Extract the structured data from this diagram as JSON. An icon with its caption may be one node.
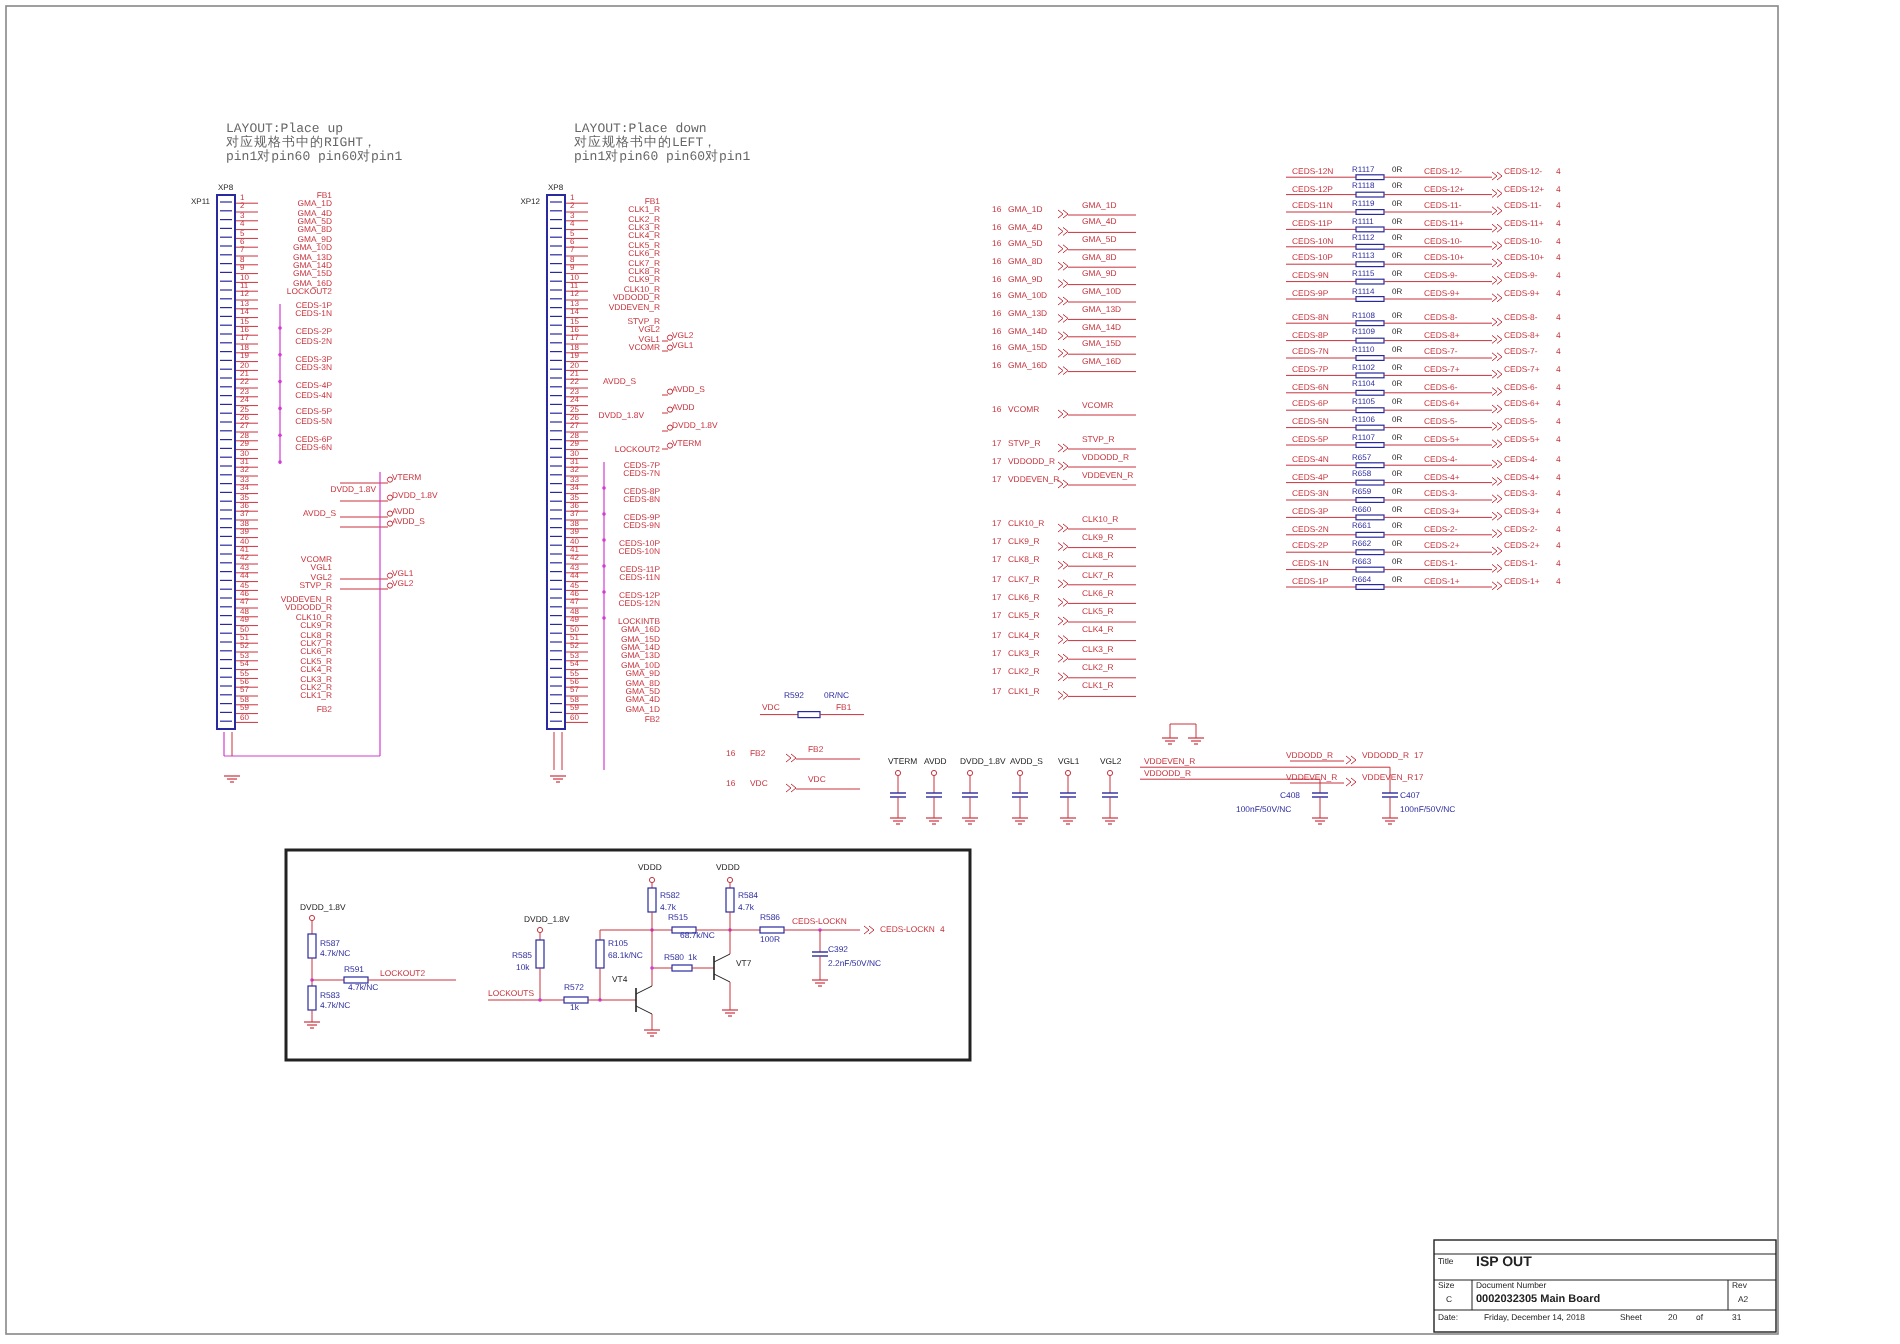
{
  "diagram": {
    "nodes": [
      {
        "text": [
          "XP8"
        ],
        "beside": [
          "XP11"
        ]
      },
      {
        "text": [
          "XP8"
        ],
        "beside": [
          "XP12"
        ]
      }
    ],
    "labels": [
      "LAYOUT:Place up",
      "对应规格书中的RIGHT，",
      "pin1对pin60 pin60对pin1",
      "LAYOUT:Place down",
      "对应规格书中的LEFT，",
      "pin1对pin60 pin60对pin1",
      "1",
      "2",
      "3",
      "4",
      "5",
      "6",
      "7",
      "8",
      "9",
      "10",
      "11",
      "12",
      "13",
      "14",
      "15",
      "16",
      "17",
      "18",
      "19",
      "20",
      "21",
      "22",
      "23",
      "24",
      "25",
      "26",
      "27",
      "28",
      "29",
      "30",
      "31",
      "32",
      "33",
      "34",
      "35",
      "36",
      "37",
      "38",
      "39",
      "40",
      "41",
      "42",
      "43",
      "44",
      "45",
      "46",
      "47",
      "48",
      "49",
      "50",
      "51",
      "52",
      "53",
      "54",
      "55",
      "56",
      "57",
      "58",
      "59",
      "60",
      "1",
      "2",
      "3",
      "4",
      "5",
      "6",
      "7",
      "8",
      "9",
      "10",
      "11",
      "12",
      "13",
      "14",
      "15",
      "16",
      "17",
      "18",
      "19",
      "20",
      "21",
      "22",
      "23",
      "24",
      "25",
      "26",
      "27",
      "28",
      "29",
      "30",
      "31",
      "32",
      "33",
      "34",
      "35",
      "36",
      "37",
      "38",
      "39",
      "40",
      "41",
      "42",
      "43",
      "44",
      "45",
      "46",
      "47",
      "48",
      "49",
      "50",
      "51",
      "52",
      "53",
      "54",
      "55",
      "56",
      "57",
      "58",
      "59",
      "60",
      "FB1",
      "GMA_1D",
      "GMA_4D",
      "GMA_5D",
      "GMA_8D",
      "GMA_9D",
      "GMA_10D",
      "GMA_13D",
      "GMA_14D",
      "GMA_15D",
      "GMA_16D",
      "LOCKOUT2",
      "CEDS-1P",
      "CEDS-1N",
      "CEDS-2P",
      "CEDS-2N",
      "CEDS-3P",
      "CEDS-3N",
      "CEDS-4P",
      "CEDS-4N",
      "CEDS-5P",
      "CEDS-5N",
      "CEDS-6P",
      "CEDS-6N",
      "DVDD_1.8V",
      "AVDD_S",
      "VCOMR",
      "VGL1",
      "VGL2",
      "STVP_R",
      "VDDEVEN_R",
      "VDDODD_R",
      "CLK10_R",
      "CLK9_R",
      "CLK8_R",
      "CLK7_R",
      "CLK6_R",
      "CLK5_R",
      "CLK4_R",
      "CLK3_R",
      "CLK2_R",
      "CLK1_R",
      "FB2",
      "VTERM",
      "DVDD_1.8V",
      "AVDD",
      "AVDD_S",
      "VGL1",
      "VGL2",
      "FB1",
      "CLK1_R",
      "CLK2_R",
      "CLK3_R",
      "CLK4_R",
      "CLK5_R",
      "CLK6_R",
      "CLK7_R",
      "CLK8_R",
      "CLK9_R",
      "CLK10_R",
      "VDDODD_R",
      "VDDEVEN_R",
      "STVP_R",
      "VGL2",
      "VGL1",
      "VCOMR",
      "AVDD_S",
      "DVDD_1.8V",
      "LOCKOUT2",
      "CEDS-7P",
      "CEDS-7N",
      "CEDS-8P",
      "CEDS-8N",
      "CEDS-9P",
      "CEDS-9N",
      "CEDS-10P",
      "CEDS-10N",
      "CEDS-11P",
      "CEDS-11N",
      "CEDS-12P",
      "CEDS-12N",
      "LOCKINTB",
      "GMA_16D",
      "GMA_15D",
      "GMA_14D",
      "GMA_13D",
      "GMA_10D",
      "GMA_9D",
      "GMA_8D",
      "GMA_5D",
      "GMA_4D",
      "GMA_1D",
      "FB2",
      "VGL2",
      "VGL1",
      "AVDD_S",
      "AVDD",
      "DVDD_1.8V",
      "VTERM",
      "16",
      "GMA_1D",
      "GMA_1D",
      "16",
      "GMA_4D",
      "GMA_4D",
      "16",
      "GMA_5D",
      "GMA_5D",
      "16",
      "GMA_8D",
      "GMA_8D",
      "16",
      "GMA_9D",
      "GMA_9D",
      "16",
      "GMA_10D",
      "GMA_10D",
      "16",
      "GMA_13D",
      "GMA_13D",
      "16",
      "GMA_14D",
      "GMA_14D",
      "16",
      "GMA_15D",
      "GMA_15D",
      "16",
      "GMA_16D",
      "GMA_16D",
      "16",
      "VCOMR",
      "VCOMR",
      "17",
      "STVP_R",
      "STVP_R",
      "17",
      "VDDODD_R",
      "VDDODD_R",
      "17",
      "VDDEVEN_R",
      "VDDEVEN_R",
      "17",
      "CLK10_R",
      "CLK10_R",
      "17",
      "CLK9_R",
      "CLK9_R",
      "17",
      "CLK8_R",
      "CLK8_R",
      "17",
      "CLK7_R",
      "CLK7_R",
      "17",
      "CLK6_R",
      "CLK6_R",
      "17",
      "CLK5_R",
      "CLK5_R",
      "17",
      "CLK4_R",
      "CLK4_R",
      "17",
      "CLK3_R",
      "CLK3_R",
      "17",
      "CLK2_R",
      "CLK2_R",
      "17",
      "CLK1_R",
      "CLK1_R",
      "R592",
      "0R/NC",
      "VDC",
      "FB1",
      "16",
      "FB2",
      "FB2",
      "16",
      "VDC",
      "VDC",
      "VTERM",
      "AVDD",
      "DVDD_1.8V",
      "AVDD_S",
      "VGL1",
      "VGL2",
      "VDDEVEN_R",
      "VDDODD_R",
      "C408",
      "100nF/50V/NC",
      "C407",
      "100nF/50V/NC",
      "VDDODD_R",
      "VDDODD_R",
      "17",
      "VDDEVEN_R",
      "VDDEVEN_R",
      "17",
      "CEDS-12N",
      "R1117",
      "0R",
      "CEDS-12-",
      "CEDS-12-",
      "4",
      "CEDS-12P",
      "R1118",
      "0R",
      "CEDS-12+",
      "CEDS-12+",
      "4",
      "CEDS-11N",
      "R1119",
      "0R",
      "CEDS-11-",
      "CEDS-11-",
      "4",
      "CEDS-11P",
      "R1111",
      "0R",
      "CEDS-11+",
      "CEDS-11+",
      "4",
      "CEDS-10N",
      "R1112",
      "0R",
      "CEDS-10-",
      "CEDS-10-",
      "4",
      "CEDS-10P",
      "R1113",
      "0R",
      "CEDS-10+",
      "CEDS-10+",
      "4",
      "CEDS-9N",
      "R1115",
      "0R",
      "CEDS-9-",
      "CEDS-9-",
      "4",
      "CEDS-9P",
      "R1114",
      "0R",
      "CEDS-9+",
      "CEDS-9+",
      "4",
      "CEDS-8N",
      "R1108",
      "0R",
      "CEDS-8-",
      "CEDS-8-",
      "4",
      "CEDS-8P",
      "R1109",
      "0R",
      "CEDS-8+",
      "CEDS-8+",
      "4",
      "CEDS-7N",
      "R1110",
      "0R",
      "CEDS-7-",
      "CEDS-7-",
      "4",
      "CEDS-7P",
      "R1102",
      "0R",
      "CEDS-7+",
      "CEDS-7+",
      "4",
      "CEDS-6N",
      "R1104",
      "0R",
      "CEDS-6-",
      "CEDS-6-",
      "4",
      "CEDS-6P",
      "R1105",
      "0R",
      "CEDS-6+",
      "CEDS-6+",
      "4",
      "CEDS-5N",
      "R1106",
      "0R",
      "CEDS-5-",
      "CEDS-5-",
      "4",
      "CEDS-5P",
      "R1107",
      "0R",
      "CEDS-5+",
      "CEDS-5+",
      "4",
      "CEDS-4N",
      "R657",
      "0R",
      "CEDS-4-",
      "CEDS-4-",
      "4",
      "CEDS-4P",
      "R658",
      "0R",
      "CEDS-4+",
      "CEDS-4+",
      "4",
      "CEDS-3N",
      "R659",
      "0R",
      "CEDS-3-",
      "CEDS-3-",
      "4",
      "CEDS-3P",
      "R660",
      "0R",
      "CEDS-3+",
      "CEDS-3+",
      "4",
      "CEDS-2N",
      "R661",
      "0R",
      "CEDS-2-",
      "CEDS-2-",
      "4",
      "CEDS-2P",
      "R662",
      "0R",
      "CEDS-2+",
      "CEDS-2+",
      "4",
      "CEDS-1N",
      "R663",
      "0R",
      "CEDS-1-",
      "CEDS-1-",
      "4",
      "CEDS-1P",
      "R664",
      "0R",
      "CEDS-1+",
      "CEDS-1+",
      "4",
      "DVDD_1.8V",
      "R587",
      "4.7k/NC",
      "R591",
      "4.7k/NC",
      "LOCKOUT2",
      "R583",
      "4.7k/NC",
      "DVDD_1.8V",
      "R585",
      "10k",
      "LOCKOUTS",
      "R572",
      "1k",
      "R105",
      "68.1k/NC",
      "VDDD",
      "R582",
      "4.7k",
      "VDDD",
      "R584",
      "4.7k",
      "R515",
      "68.7k/NC",
      "R580",
      "1k",
      "VT4",
      "VT7",
      "R586",
      "100R",
      "CEDS-LOCKN",
      "C392",
      "2.2nF/50V/NC",
      "CEDS-LOCKN",
      "4",
      "Title",
      "ISP OUT",
      "Size",
      "C",
      "Document Number",
      "0002032305 Main Board",
      "Rev",
      "A2",
      "Date:",
      "Friday, December 14, 2018",
      "Sheet",
      "20",
      "of",
      "31"
    ]
  }
}
